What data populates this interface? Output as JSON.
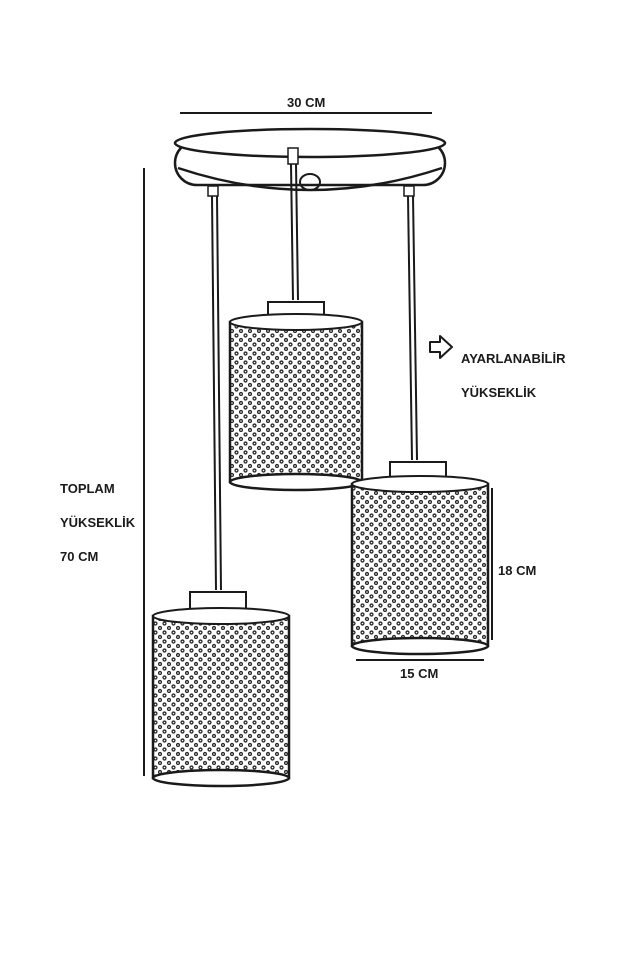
{
  "labels": {
    "width_top": "30 CM",
    "adjustable_line1": "AYARLANABİLİR",
    "adjustable_line2": "YÜKSEKLİK",
    "total_line1": "TOPLAM",
    "total_line2": "YÜKSEKLİK",
    "total_line3": "70 CM",
    "shade_height": "18 CM",
    "shade_width": "15 CM"
  },
  "colors": {
    "ink": "#1a1a1a",
    "background": "#ffffff"
  },
  "icons": {
    "adjustable_arrow": "arrow-right-outline-icon"
  }
}
